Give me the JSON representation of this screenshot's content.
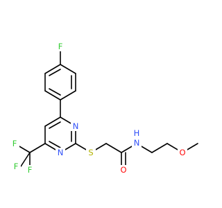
{
  "colors": {
    "background": "#ffffff",
    "bond": "#000000",
    "F": "#33cc33",
    "N": "#3050f8",
    "O": "#ff0d0d",
    "S": "#b2b200"
  },
  "atoms": {
    "F_para": "F",
    "N_ring_upper": "N",
    "N_ring_lower": "N",
    "S_thioether": "S",
    "O_carbonyl": "O",
    "NH_amide": "N",
    "H_amide": "H",
    "O_methoxy": "O",
    "F_cf3_1": "F",
    "F_cf3_2": "F",
    "F_cf3_3": "F"
  }
}
